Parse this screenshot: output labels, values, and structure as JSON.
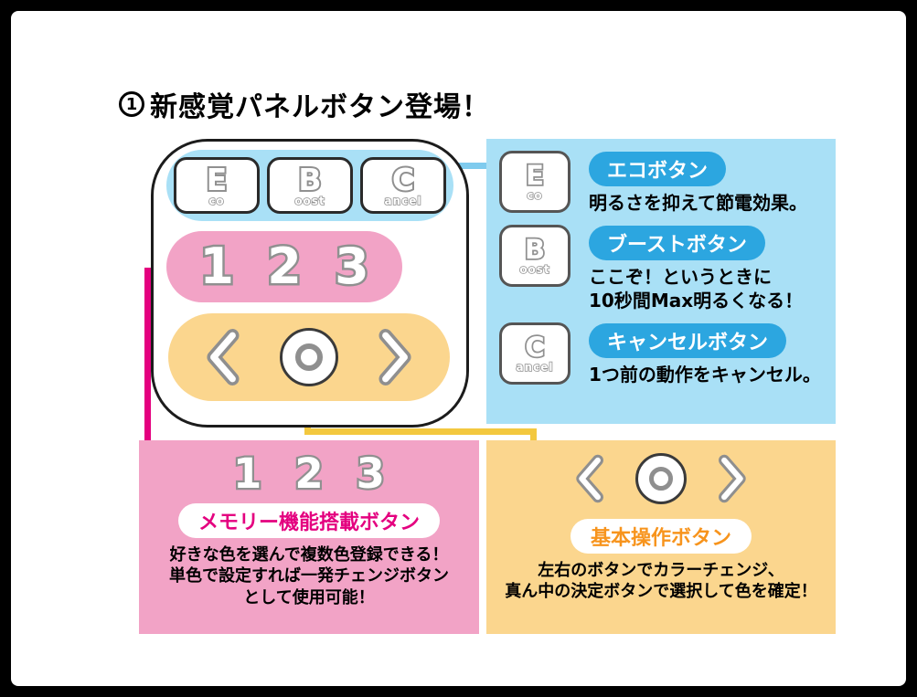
{
  "page": {
    "title_num": "1",
    "title_text": "新感覚パネルボタン登場！"
  },
  "colors": {
    "blue_fill": "#A9E0F6",
    "pink_fill": "#F2A3C6",
    "yellow_fill": "#FBD68E",
    "label_blue": "#2CA6E0",
    "magenta_accent": "#E4007F",
    "orange_accent": "#F7941D"
  },
  "panel": {
    "keys": [
      {
        "main": "E",
        "sub": "co"
      },
      {
        "main": "B",
        "sub": "oost"
      },
      {
        "main": "C",
        "sub": "ancel"
      }
    ],
    "digits": [
      "1",
      "2",
      "3"
    ]
  },
  "info_box": {
    "items": [
      {
        "icon_main": "E",
        "icon_sub": "co",
        "label": "エコボタン",
        "desc": "明るさを抑えて節電効果。"
      },
      {
        "icon_main": "B",
        "icon_sub": "oost",
        "label": "ブーストボタン",
        "desc": "ここぞ！というときに\n10秒間Max明るくなる！"
      },
      {
        "icon_main": "C",
        "icon_sub": "ancel",
        "label": "キャンセルボタン",
        "desc": "1つ前の動作をキャンセル。"
      }
    ]
  },
  "memory_box": {
    "digits": [
      "1",
      "2",
      "3"
    ],
    "label": "メモリー機能搭載ボタン",
    "desc": "好きな色を選んで複数色登録できる！\n単色で設定すれば一発チェンジボタン\nとして使用可能！"
  },
  "basic_box": {
    "label": "基本操作ボタン",
    "desc": "左右のボタンでカラーチェンジ、\n真ん中の決定ボタンで選択して色を確定！"
  }
}
